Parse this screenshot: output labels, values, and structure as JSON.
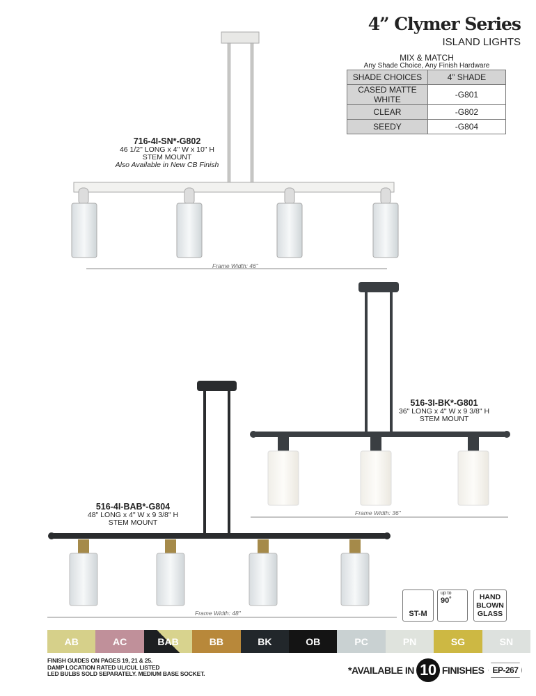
{
  "header": {
    "title": "4” Clymer Series",
    "subtitle": "ISLAND LIGHTS"
  },
  "mix": {
    "title": "MIX & MATCH",
    "subtitle": "Any Shade Choice, Any Finish Hardware",
    "headers": [
      "SHADE CHOICES",
      "4” SHADE"
    ],
    "rows": [
      [
        "CASED MATTE WHITE",
        "-G801"
      ],
      [
        "CLEAR",
        "-G802"
      ],
      [
        "SEEDY",
        "-G804"
      ]
    ]
  },
  "products": [
    {
      "code": "716-4I-SN*-G802",
      "dims": "46 1/2\" LONG x 4\" W x 10\" H",
      "mount": "STEM MOUNT",
      "note": "Also Available in New CB Finish",
      "frame": "Frame Width: 46\""
    },
    {
      "code": "516-3I-BK*-G801",
      "dims": "36\" LONG x 4\" W x 9 3/8\" H",
      "mount": "STEM MOUNT",
      "frame": "Frame Width: 36\""
    },
    {
      "code": "516-4I-BAB*-G804",
      "dims": "48\" LONG x 4\" W x 9 3/8\" H",
      "mount": "STEM MOUNT",
      "frame": "Frame Width: 48\""
    }
  ],
  "icons": {
    "stem": "ST-M",
    "angle_top": "up to",
    "angle": "90˚",
    "glass": "HAND BLOWN GLASS"
  },
  "finishes": [
    {
      "code": "AB",
      "color": "#d6d08a"
    },
    {
      "code": "AC",
      "color": "#c0909a"
    },
    {
      "code": "BAB",
      "color": "#1d1f22"
    },
    {
      "code": "BB",
      "color": "#b8883a"
    },
    {
      "code": "BK",
      "color": "#22272b"
    },
    {
      "code": "OB",
      "color": "#141414"
    },
    {
      "code": "PC",
      "color": "#c9d1d2"
    },
    {
      "code": "PN",
      "color": "#dfe3dd"
    },
    {
      "code": "SG",
      "color": "#cdb843"
    },
    {
      "code": "SN",
      "color": "#dde1de"
    }
  ],
  "footer": {
    "notes": [
      "FINISH GUIDES ON PAGES 19, 21 & 25.",
      "DAMP LOCATION RATED UL/CUL LISTED",
      "LED BULBS SOLD SEPARATELY. MEDIUM BASE SOCKET."
    ],
    "available_prefix": "*AVAILABLE IN",
    "available_count": "10",
    "available_suffix": "FINISHES",
    "page": "EP-267"
  }
}
